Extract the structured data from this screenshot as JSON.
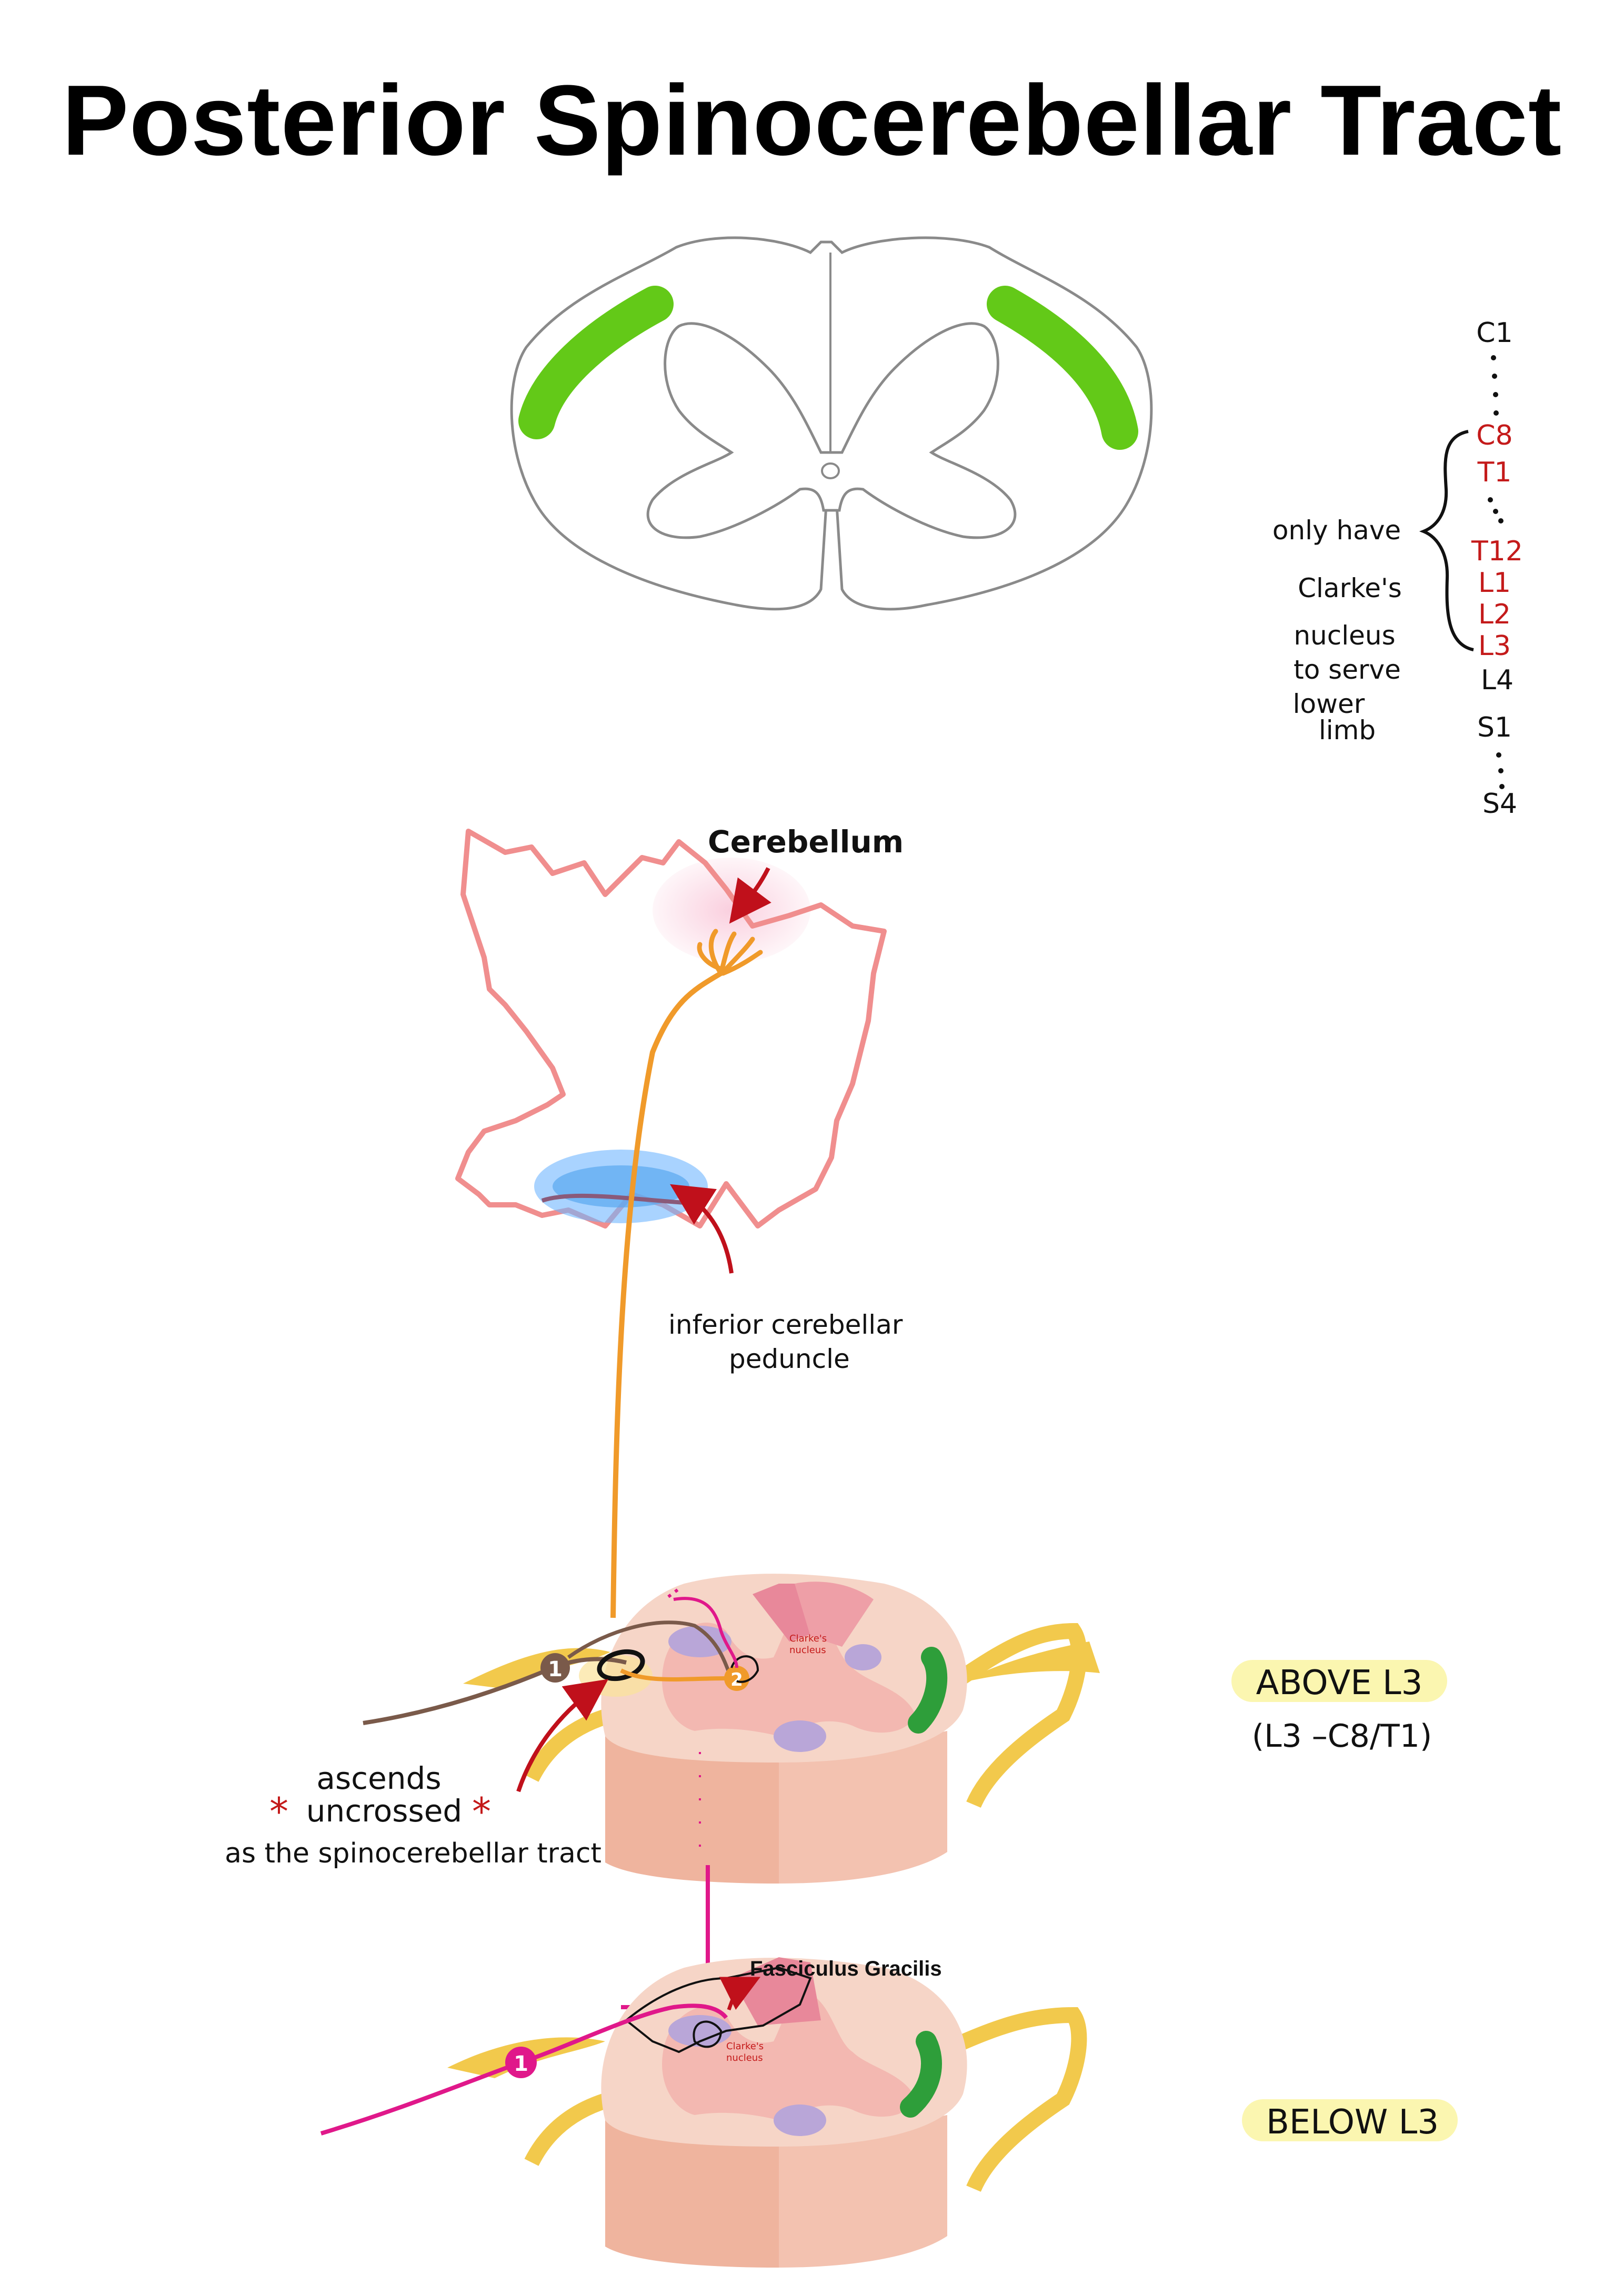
{
  "title": "Posterior Spinocerebellar Tract",
  "levels": {
    "c1": "C1",
    "c8": "C8",
    "t1": "T1",
    "t12": "T12",
    "l1": "L1",
    "l2": "L2",
    "l3": "L3",
    "l4": "L4",
    "s1": "S1",
    "s4": "S4"
  },
  "clarke_note": [
    "only have",
    "Clarke's",
    "nucleus",
    "to serve",
    "lower",
    "limb"
  ],
  "labels": {
    "cerebellum": "Cerebellum",
    "icp_line1": "inferior cerebellar",
    "icp_line2": "peduncle",
    "ascends_line1": "ascends",
    "ascends_line2": "uncrossed",
    "ascends_line3": "as the spinocerebellar tract",
    "above": "ABOVE L3",
    "above_range": "(L3 –C8/T1)",
    "below": "BELOW  L3",
    "fasciculus": "Fasciculus Gracilis",
    "clarkes_small_1": "Clarke's",
    "clarkes_small_2": "nucleus",
    "neuron1": "1",
    "neuron2": "2"
  },
  "colors": {
    "tract_green": "#63c918",
    "level_red": "#c41a1a",
    "arrow_red": "#c0101b",
    "fiber_orange": "#f09a2a",
    "cerebellum_outline": "#f08e8e",
    "peduncle_blue": "#6fb6ff",
    "primary_brown": "#7a5a4a",
    "pink_fiber": "#e0188a",
    "highlight_yellow": "#fbf6b0",
    "cord_pink": "#f3c2b0",
    "grey_matter": "#f7cfc0",
    "dorsal_horn": "#e8889a",
    "nerve_yellow": "#f2c94c",
    "purple_nuclei": "#b9a6d8"
  }
}
